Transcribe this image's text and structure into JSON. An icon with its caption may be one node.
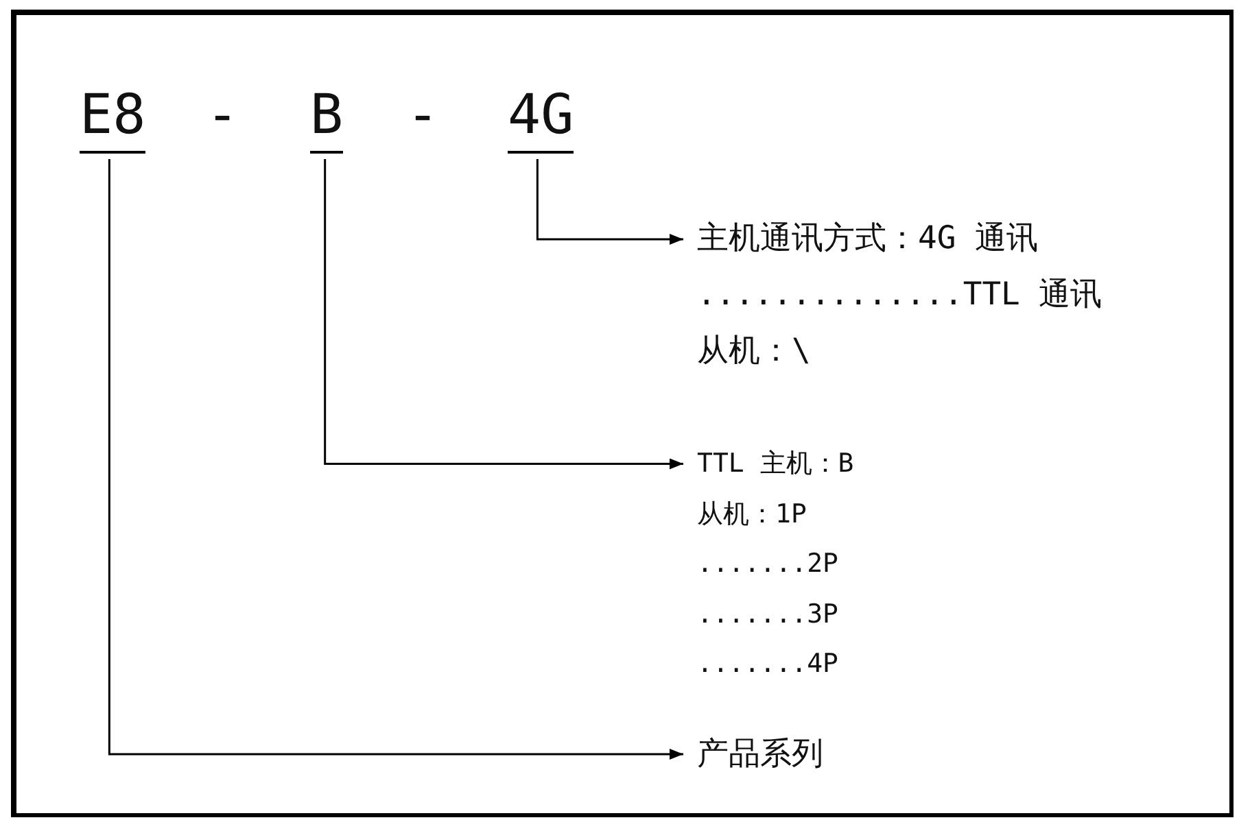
{
  "diagram": {
    "nodes": [
      {
        "text": [
          "E8"
        ]
      },
      {
        "text": [
          "B"
        ]
      },
      {
        "text": [
          "4G"
        ]
      },
      {
        "text": [
          "主机通讯方式：4G 通讯",
          "..............TTL 通讯",
          "从机：\\"
        ]
      },
      {
        "text": [
          "TTL 主机：B",
          "从机：1P",
          ".......2P",
          ".......3P",
          ".......4P"
        ]
      },
      {
        "text": [
          "产品系列"
        ]
      }
    ],
    "edges": [
      {
        "from": 2,
        "to": 3,
        "arrow": "to"
      },
      {
        "from": 1,
        "to": 4,
        "arrow": "to"
      },
      {
        "from": 0,
        "to": 5,
        "arrow": "to"
      }
    ],
    "labels": [
      "-",
      "-"
    ]
  }
}
